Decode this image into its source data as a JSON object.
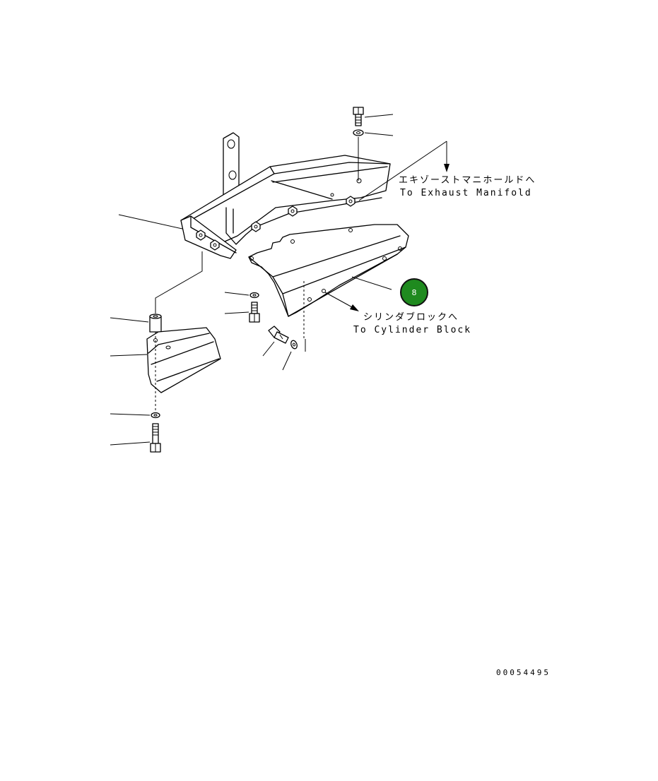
{
  "labels": {
    "exhaust_jp": "エキゾーストマニホールドへ",
    "exhaust_en": "To Exhaust Manifold",
    "cylinder_jp": "シリンダブロックへ",
    "cylinder_en": "To Cylinder Block"
  },
  "badge": {
    "text": "8",
    "color": "#1f8a1f"
  },
  "doc_id": "00054495"
}
